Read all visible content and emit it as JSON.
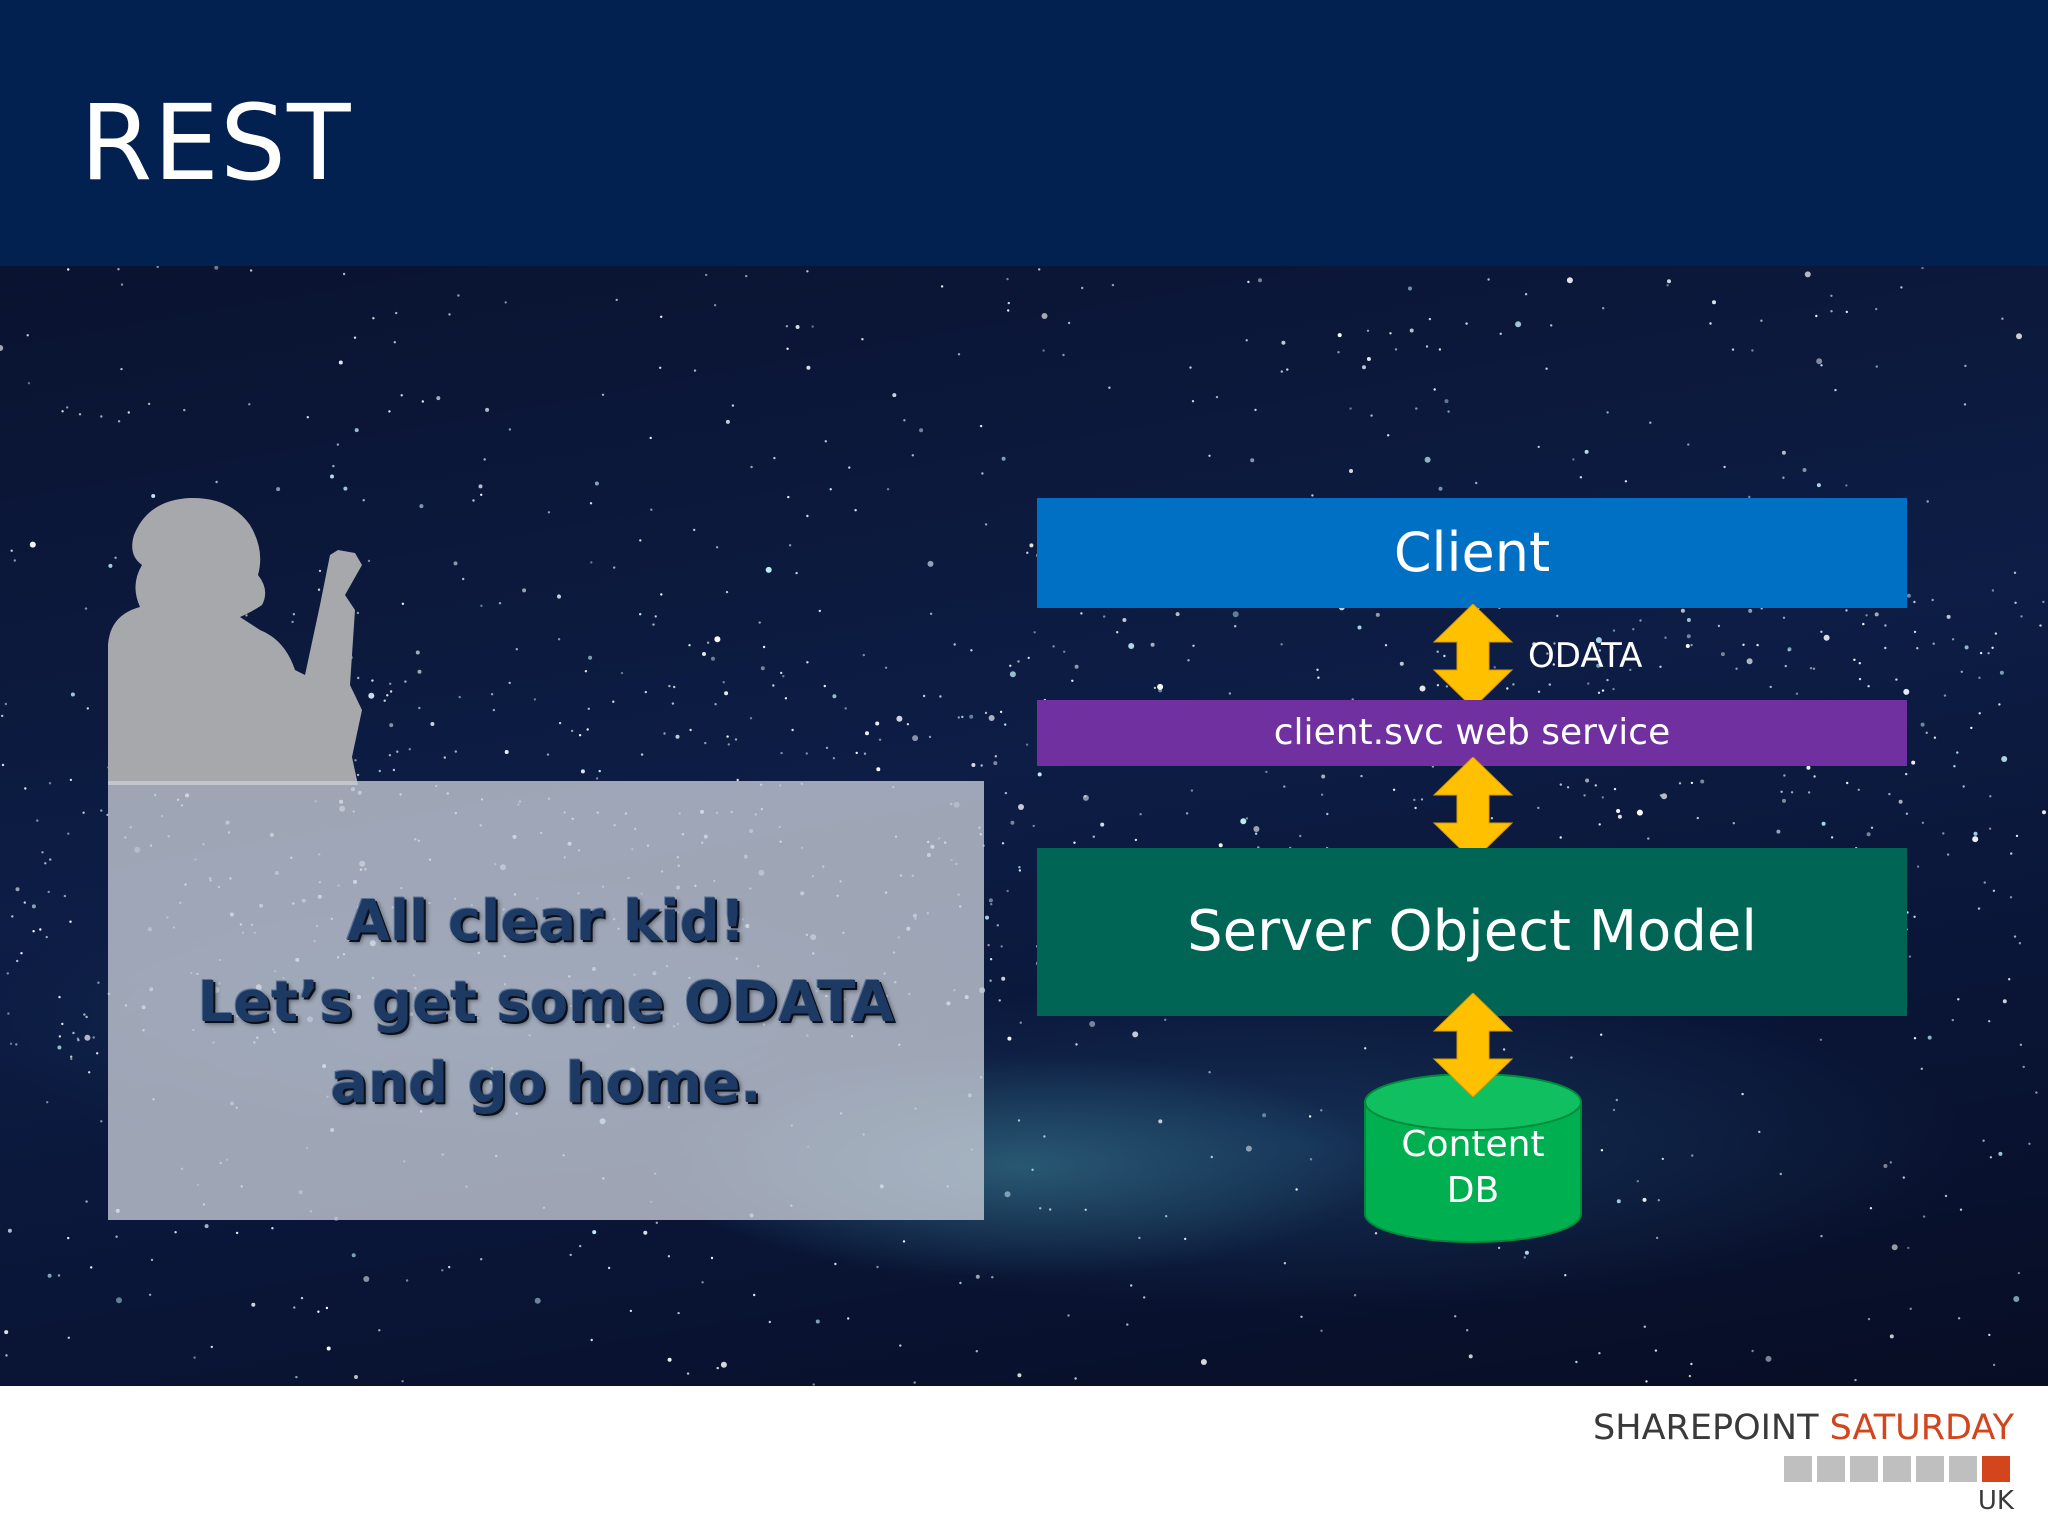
{
  "slide": {
    "title": "REST"
  },
  "quote": {
    "lines": [
      "All clear kid!",
      "Let’s get some ODATA",
      "and go home."
    ]
  },
  "diagram": {
    "client_label": "Client",
    "protocol_label": "ODATA",
    "service_label": "client.svc web service",
    "server_label": "Server Object Model",
    "database_label_lines": [
      "Content",
      "DB"
    ]
  },
  "logo": {
    "word1": "SHAREPOINT",
    "word2": "SATURDAY",
    "region": "UK"
  },
  "colors": {
    "header": "#022150",
    "client": "#0070c5",
    "service": "#7030a0",
    "server": "#006554",
    "database": "#00b050",
    "arrow": "#ffc000",
    "logo_accent": "#d2451d"
  },
  "icons": [
    "person-silhouette-icon",
    "double-arrow-icon",
    "database-cylinder-icon"
  ]
}
